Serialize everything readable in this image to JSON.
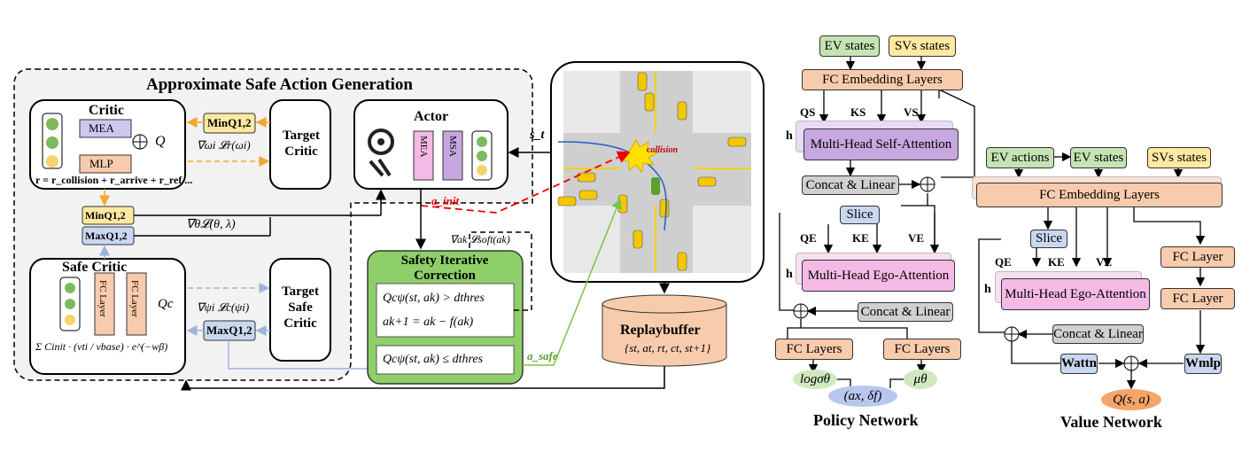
{
  "left_panel": {
    "title": "Approximate Safe Action Generation",
    "critic": {
      "title": "Critic",
      "mea": "MEA",
      "mlp": "MLP",
      "q": "Q",
      "reward": "r = r_collision + r_arrive + r_ref ..."
    },
    "target_critic": "Target Critic",
    "min_q_top": "MinQ1,2",
    "grad_critic": "∇ωi 𝓛r(ωi)",
    "actor": {
      "title": "Actor",
      "mea": "MEA",
      "msa": "MSA"
    },
    "min_q_mid": "MinQ1,2",
    "max_q_mid": "MaxQ1,2",
    "grad_actor": "∇θ𝓛(θ, λ)",
    "safe_critic": {
      "title": "Safe Critic",
      "fc1": "FC Layer",
      "fc2": "FC Layer",
      "qc": "Qc",
      "formula": "Σ Cinit · (vti / vbase) · e^(−wβ)"
    },
    "target_safe_critic": "Target Safe Critic",
    "max_q_bottom": "MaxQ1,2",
    "grad_safe": "∇ψi 𝓛c(ψi)"
  },
  "center": {
    "a_init": "a_init",
    "s_t": "s_t",
    "collision": "collision",
    "grad_soft": "∇ak 𝓛soft(ak)",
    "sic_title": "Safety Iterative Correction",
    "sic_eq1": "Qcψ(st, ak) > dthres",
    "sic_eq2": "ak+1 = ak − f(ak)",
    "sic_eq3": "Qcψ(st, ak) ≤ dthres",
    "a_safe": "a_safe",
    "replay_title": "Replaybuffer",
    "replay_tuple": "{st, at, rt, ct, st+1}"
  },
  "policy": {
    "ev_states": "EV states",
    "svs_states": "SVs states",
    "fc_embed": "FC Embedding Layers",
    "qs": "QS",
    "ks": "KS",
    "vs": "VS",
    "h": "h",
    "mhsa": "Multi-Head Self-Attention",
    "concat1": "Concat & Linear",
    "slice": "Slice",
    "qe": "QE",
    "ke": "KE",
    "ve": "VE",
    "mhea": "Multi-Head Ego-Attention",
    "concat2": "Concat & Linear",
    "fc_left": "FC Layers",
    "fc_right": "FC Layers",
    "log_sigma": "logσθ",
    "mu": "μθ",
    "action": "(ax, δf)",
    "caption": "Policy Network"
  },
  "value": {
    "ev_actions": "EV actions",
    "ev_states": "EV states",
    "svs_states": "SVs states",
    "fc_embed": "FC Embedding Layers",
    "slice": "Slice",
    "qe": "QE",
    "ke": "KE",
    "ve": "VE",
    "h": "h",
    "mhea": "Multi-Head Ego-Attention",
    "concat": "Concat & Linear",
    "fc1": "FC  Layer",
    "fc2": "FC  Layer",
    "w_attn": "Wattn",
    "w_mlp": "Wmlp",
    "q": "Q(s, a)",
    "caption": "Value Network"
  }
}
